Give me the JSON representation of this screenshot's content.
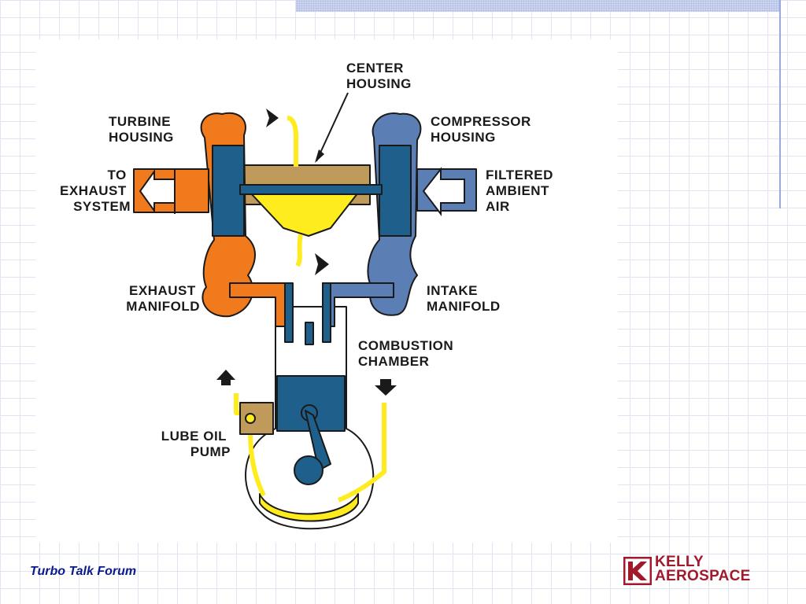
{
  "diagram": {
    "labels": {
      "center_housing": [
        "CENTER",
        "HOUSING"
      ],
      "turbine_housing": [
        "TURBINE",
        "HOUSING"
      ],
      "compressor_housing": [
        "COMPRESSOR",
        "HOUSING"
      ],
      "to_exhaust_system": [
        "TO",
        "EXHAUST",
        "SYSTEM"
      ],
      "filtered_ambient_air": [
        "FILTERED",
        "AMBIENT",
        "AIR"
      ],
      "exhaust_manifold": [
        "EXHAUST",
        "MANIFOLD"
      ],
      "intake_manifold": [
        "INTAKE",
        "MANIFOLD"
      ],
      "combustion_chamber": [
        "COMBUSTION",
        "CHAMBER"
      ],
      "lube_oil_pump": [
        "LUBE OIL",
        "PUMP"
      ]
    },
    "colors": {
      "exhaust": "#f07a1c",
      "intake": "#5b7fb4",
      "rotor": "#1f5f8c",
      "oil": "#ffec1f",
      "housing": "#bf9a5a",
      "outline": "#1a1a1a"
    }
  },
  "footer": {
    "text": "Turbo Talk Forum"
  },
  "logo": {
    "line1": "KELLY",
    "line2": "AEROSPACE",
    "color": "#a11a2b"
  }
}
